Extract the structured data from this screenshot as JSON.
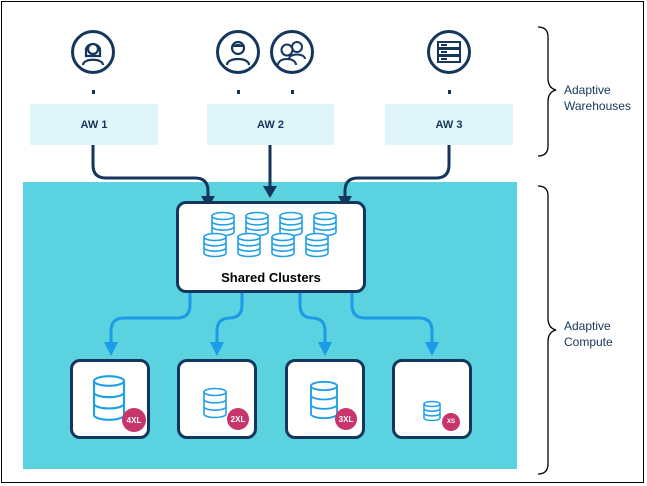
{
  "warehouses": [
    {
      "label": "AW 1",
      "icon": "female-user-icon"
    },
    {
      "label": "AW 2",
      "icon": "male-user-icon",
      "secondary_icon": "user-group-icon"
    },
    {
      "label": "AW 3",
      "icon": "server-icon"
    }
  ],
  "shared_clusters": {
    "label": "Shared Clusters",
    "icon": "database-cluster-icon"
  },
  "compute_sizes": [
    {
      "badge": "4XL",
      "icon": "database-icon"
    },
    {
      "badge": "2XL",
      "icon": "database-icon"
    },
    {
      "badge": "3XL",
      "icon": "database-icon"
    },
    {
      "badge": "XS",
      "icon": "database-icon"
    }
  ],
  "labels": {
    "warehouses_line1": "Adaptive",
    "warehouses_line2": "Warehouses",
    "compute_line1": "Adaptive",
    "compute_line2": "Compute"
  },
  "colors": {
    "navy": "#14365c",
    "compute_background": "#5ad2df",
    "warehouse_box": "#dff5f9",
    "arrow_blue": "#1c9be6",
    "database_blue": "#1e9fe8",
    "badge_pink": "#c7356c"
  }
}
